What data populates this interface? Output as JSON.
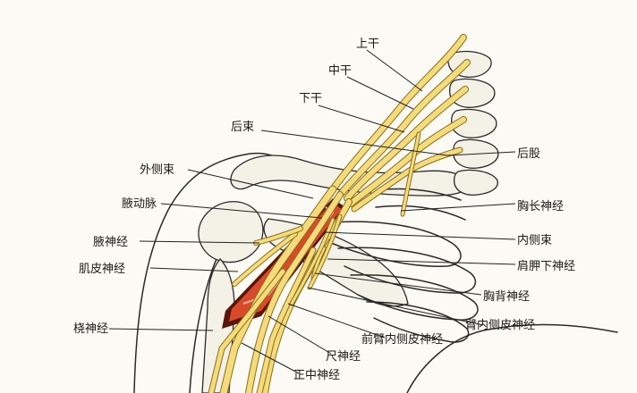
{
  "colors": {
    "background": "#fbfaf4",
    "nerve_fill": "#f5dc7a",
    "nerve_edge": "#8a6d1f",
    "artery": "#d94a2b",
    "artery_edge": "#5a1608",
    "outline": "#2a2a2a",
    "bone_fill": "#f4f1e6"
  },
  "labels": [
    {
      "id": "upper-trunk",
      "text": "上干"
    },
    {
      "id": "middle-trunk",
      "text": "中干"
    },
    {
      "id": "lower-trunk",
      "text": "下干"
    },
    {
      "id": "posterior-cord",
      "text": "后束"
    },
    {
      "id": "posterior-division",
      "text": "后股"
    },
    {
      "id": "lateral-cord",
      "text": "外侧束"
    },
    {
      "id": "axillary-artery",
      "text": "腋动脉"
    },
    {
      "id": "long-thoracic-nerve",
      "text": "胸长神经"
    },
    {
      "id": "axillary-nerve",
      "text": "腋神经"
    },
    {
      "id": "medial-cord",
      "text": "内侧束"
    },
    {
      "id": "musculocutaneous-nerve",
      "text": "肌皮神经"
    },
    {
      "id": "subscapular-nerve",
      "text": "肩胛下神经"
    },
    {
      "id": "thoracodorsal-nerve",
      "text": "胸背神经"
    },
    {
      "id": "medial-brachial-cutaneous-nerve",
      "text": "臂内侧皮神经"
    },
    {
      "id": "radial-nerve",
      "text": "桡神经"
    },
    {
      "id": "medial-antebrachial-cutaneous-nerve",
      "text": "前臂内侧皮神经"
    },
    {
      "id": "ulnar-nerve",
      "text": "尺神经"
    },
    {
      "id": "median-nerve",
      "text": "正中神经"
    }
  ]
}
